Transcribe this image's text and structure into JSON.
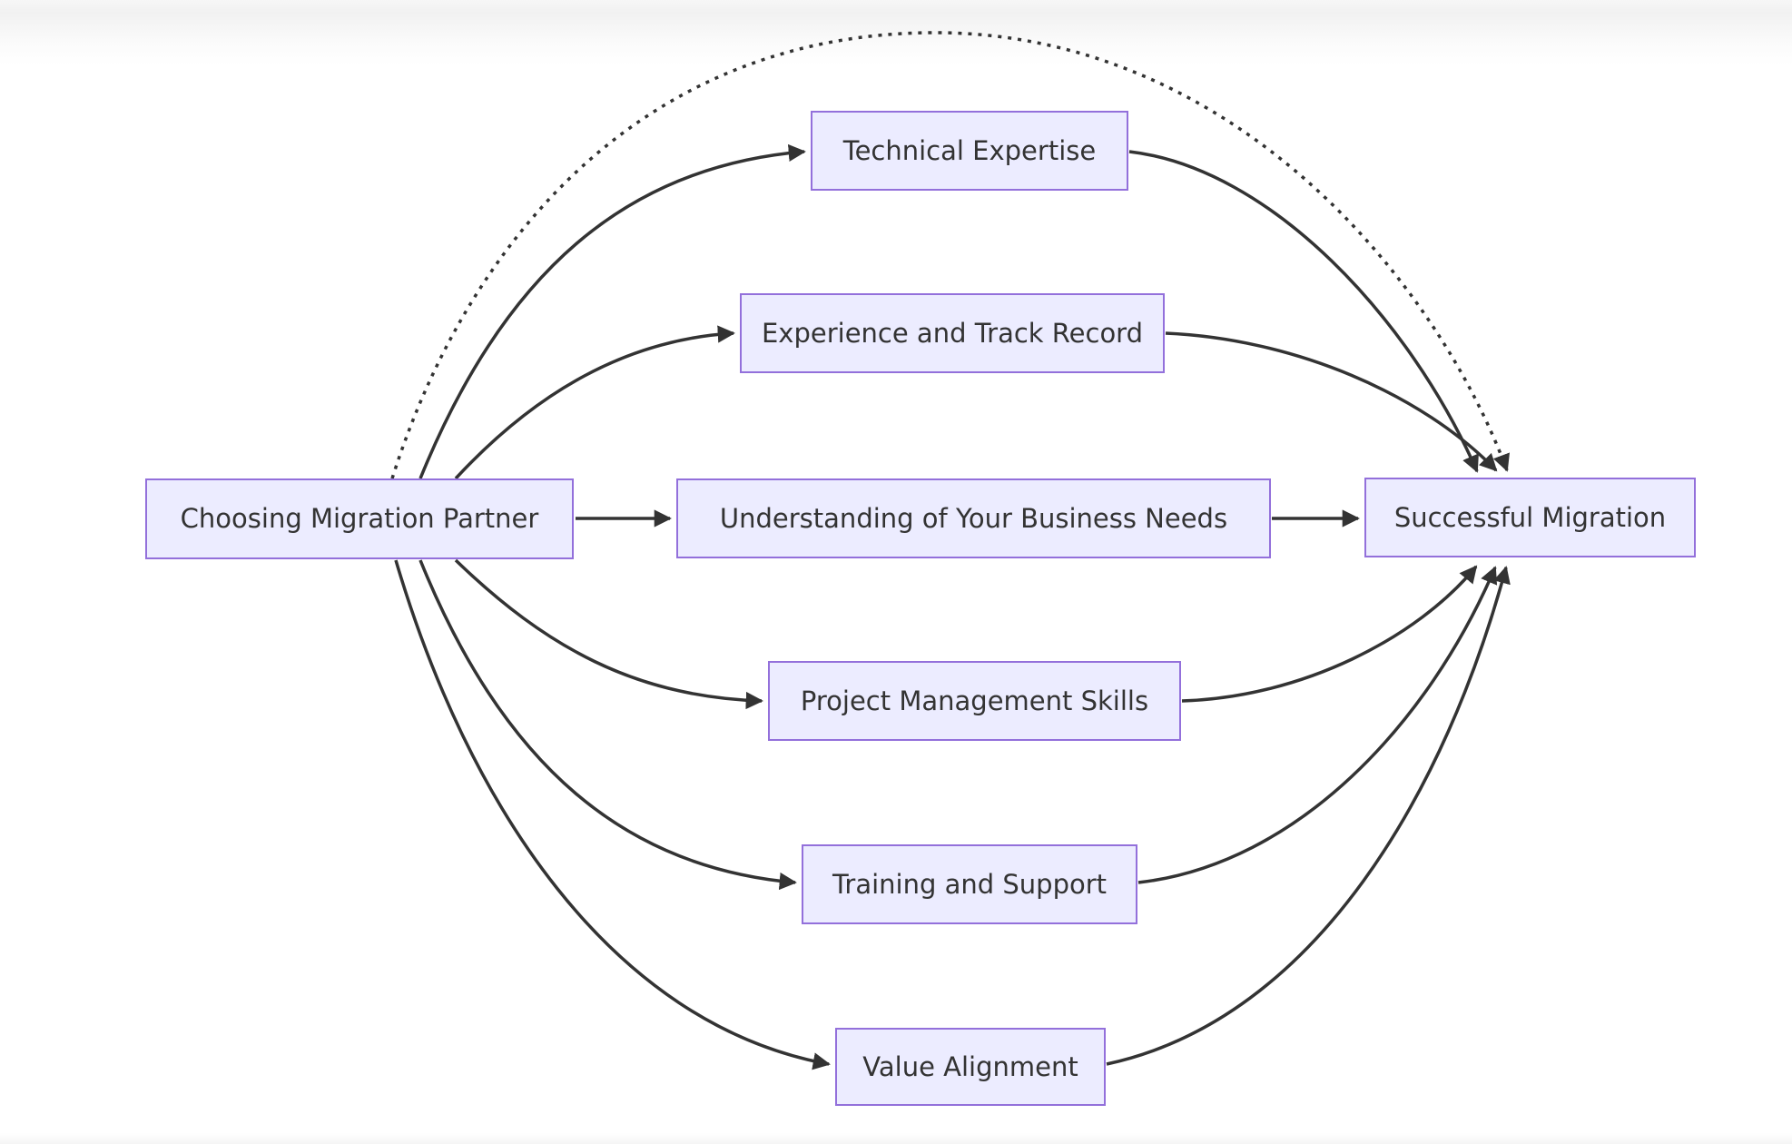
{
  "diagram": {
    "type": "flowchart-left-to-right",
    "nodes": {
      "choosing": {
        "label": "Choosing Migration Partner"
      },
      "technical": {
        "label": "Technical Expertise"
      },
      "experience": {
        "label": "Experience and Track Record"
      },
      "understanding": {
        "label": "Understanding of Your Business Needs"
      },
      "project": {
        "label": "Project Management Skills"
      },
      "training": {
        "label": "Training and Support"
      },
      "value": {
        "label": "Value Alignment"
      },
      "successful": {
        "label": "Successful Migration"
      }
    },
    "edges": [
      {
        "from": "Choosing Migration Partner",
        "to": "Technical Expertise",
        "style": "solid"
      },
      {
        "from": "Choosing Migration Partner",
        "to": "Experience and Track Record",
        "style": "solid"
      },
      {
        "from": "Choosing Migration Partner",
        "to": "Understanding of Your Business Needs",
        "style": "solid"
      },
      {
        "from": "Choosing Migration Partner",
        "to": "Project Management Skills",
        "style": "solid"
      },
      {
        "from": "Choosing Migration Partner",
        "to": "Training and Support",
        "style": "solid"
      },
      {
        "from": "Choosing Migration Partner",
        "to": "Value Alignment",
        "style": "solid"
      },
      {
        "from": "Technical Expertise",
        "to": "Successful Migration",
        "style": "solid"
      },
      {
        "from": "Experience and Track Record",
        "to": "Successful Migration",
        "style": "solid"
      },
      {
        "from": "Understanding of Your Business Needs",
        "to": "Successful Migration",
        "style": "solid"
      },
      {
        "from": "Project Management Skills",
        "to": "Successful Migration",
        "style": "solid"
      },
      {
        "from": "Training and Support",
        "to": "Successful Migration",
        "style": "solid"
      },
      {
        "from": "Value Alignment",
        "to": "Successful Migration",
        "style": "solid"
      },
      {
        "from": "Choosing Migration Partner",
        "to": "Successful Migration",
        "style": "dotted"
      }
    ],
    "colors": {
      "node_fill": "#ececff",
      "node_border": "#9370db",
      "edge": "#333333",
      "text": "#333333"
    }
  }
}
